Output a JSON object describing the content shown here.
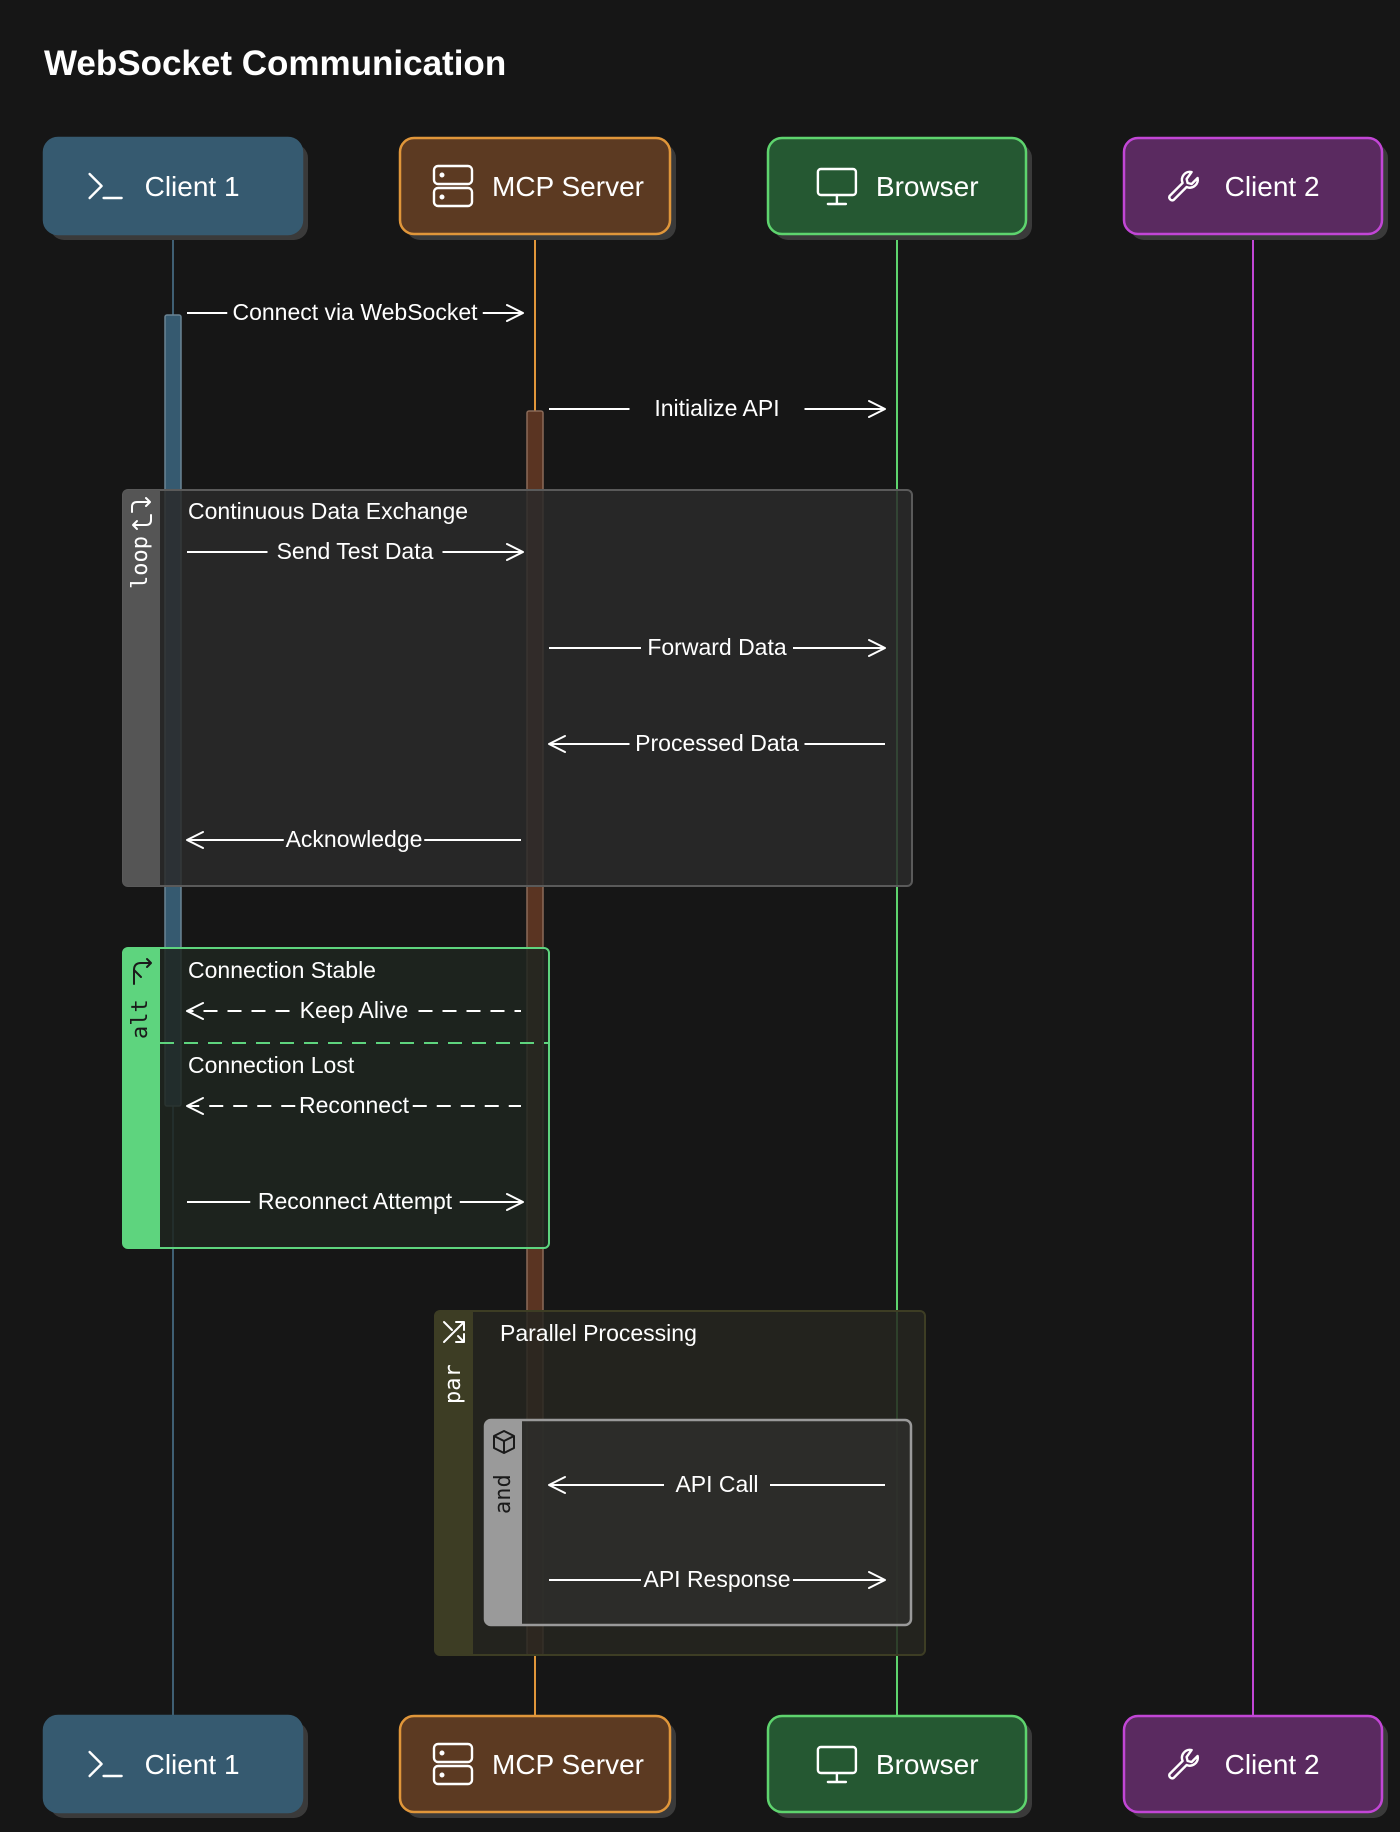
{
  "title": "WebSocket Communication",
  "participants": [
    {
      "id": "client1",
      "label": "Client 1",
      "icon": "terminal-icon",
      "fill": "#365a70",
      "stroke": "#365a70",
      "line": "#3f5f73"
    },
    {
      "id": "mcp",
      "label": "MCP Server",
      "icon": "server-icon",
      "fill": "#5c3a22",
      "stroke": "#e0963a",
      "line": "#e0963a"
    },
    {
      "id": "browser",
      "label": "Browser",
      "icon": "monitor-icon",
      "fill": "#255832",
      "stroke": "#5ed46e",
      "line": "#5ed46e"
    },
    {
      "id": "client2",
      "label": "Client 2",
      "icon": "wrench-icon",
      "fill": "#5a2a60",
      "stroke": "#c246d6",
      "line": "#c246d6"
    }
  ],
  "messages": [
    {
      "from": "client1",
      "to": "mcp",
      "label": "Connect via WebSocket",
      "style": "solid"
    },
    {
      "from": "mcp",
      "to": "browser",
      "label": "Initialize API",
      "style": "solid"
    },
    {
      "from": "client1",
      "to": "mcp",
      "label": "Send Test Data",
      "style": "solid"
    },
    {
      "from": "mcp",
      "to": "browser",
      "label": "Forward Data",
      "style": "solid"
    },
    {
      "from": "browser",
      "to": "mcp",
      "label": "Processed Data",
      "style": "solid"
    },
    {
      "from": "mcp",
      "to": "client1",
      "label": "Acknowledge",
      "style": "solid"
    },
    {
      "from": "mcp",
      "to": "client1",
      "label": "Keep Alive",
      "style": "dashed"
    },
    {
      "from": "mcp",
      "to": "client1",
      "label": "Reconnect",
      "style": "dashed"
    },
    {
      "from": "client1",
      "to": "mcp",
      "label": "Reconnect Attempt",
      "style": "solid"
    },
    {
      "from": "browser",
      "to": "mcp",
      "label": "API Call",
      "style": "solid"
    },
    {
      "from": "mcp",
      "to": "browser",
      "label": "API Response",
      "style": "solid"
    }
  ],
  "fragments": {
    "loop": {
      "tag": "loop",
      "icon": "loop-icon",
      "label": "Continuous Data Exchange",
      "color": "#555555"
    },
    "alt": {
      "tag": "alt",
      "icon": "branch-icon",
      "label": "Connection Stable",
      "else_label": "Connection Lost",
      "color": "#5ed47e"
    },
    "par": {
      "tag": "par",
      "icon": "shuffle-icon",
      "label": "Parallel Processing",
      "color": "#3d3d24"
    },
    "and": {
      "tag": "and",
      "icon": "cube-icon",
      "color": "#9a9a9a"
    }
  }
}
